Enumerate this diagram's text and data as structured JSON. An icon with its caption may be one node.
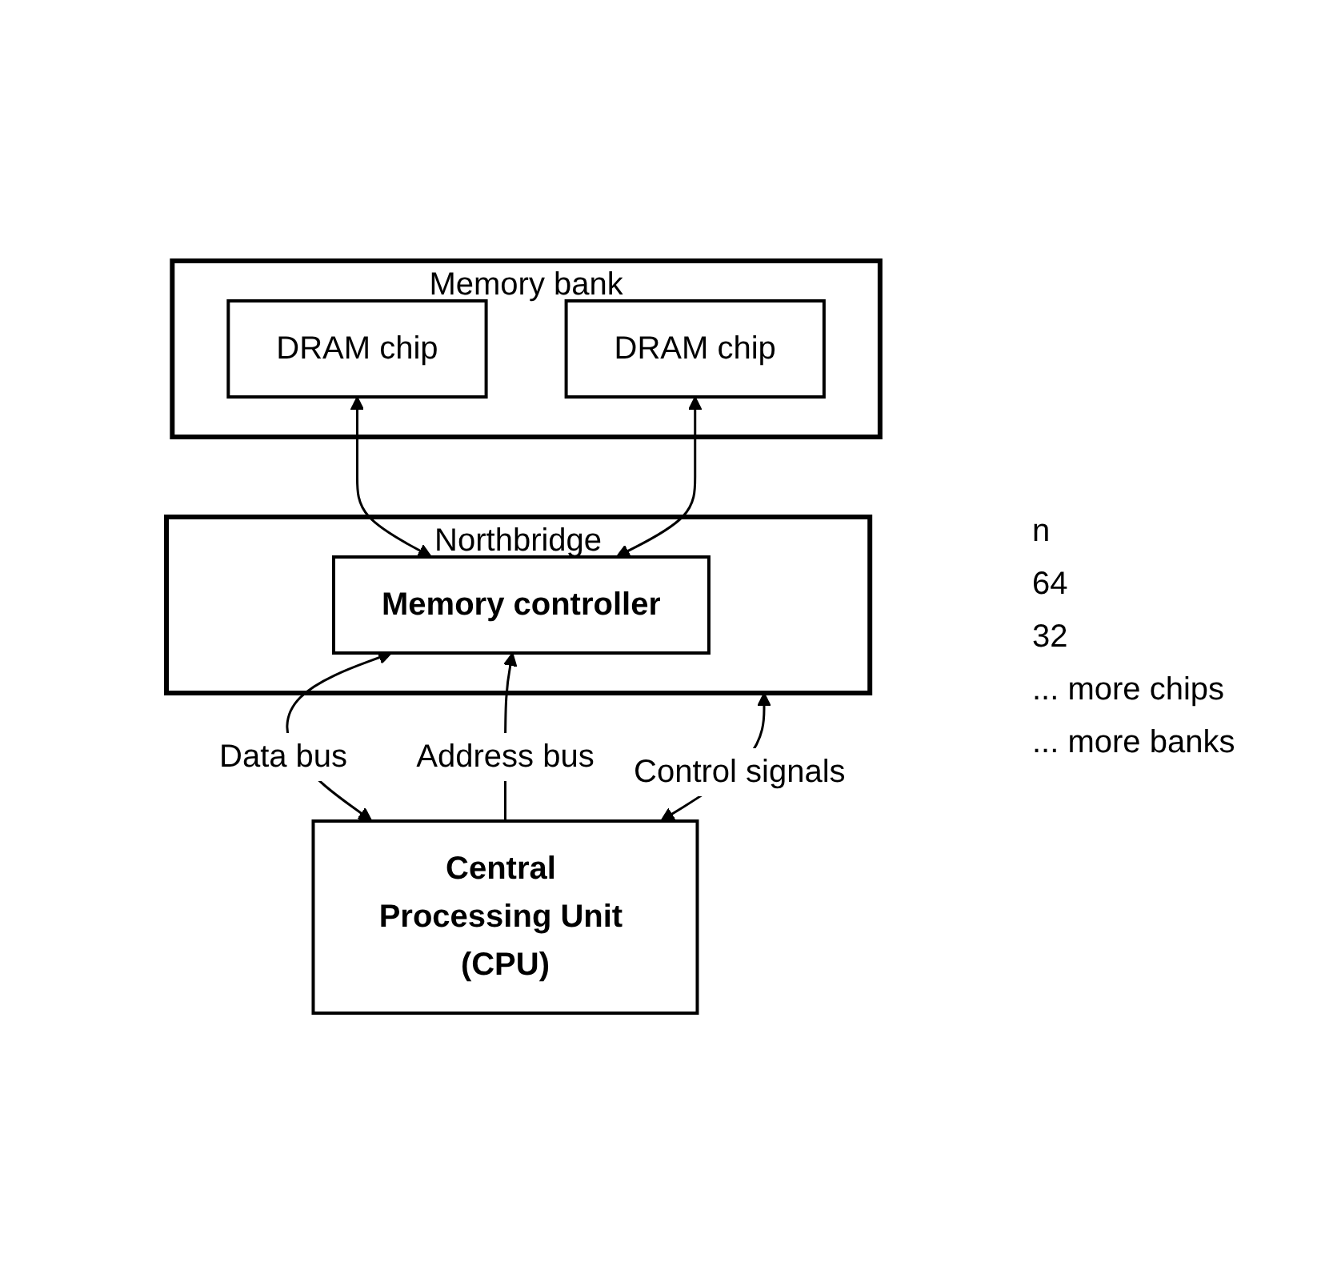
{
  "diagram": {
    "nodes": [
      {
        "text": [
          "Northbridge"
        ]
      },
      {
        "text": [
          "Memory controller"
        ],
        "in": 0
      },
      {
        "text": [
          "Memory bank"
        ]
      },
      {
        "text": [
          "DRAM chip"
        ],
        "in": 2
      },
      {
        "text": [
          "DRAM chip"
        ],
        "in": 2
      },
      {
        "text": [
          "Central Processing Unit (CPU)"
        ]
      }
    ],
    "edges": [
      {
        "from": 5,
        "to": 0,
        "arrow": "both",
        "label": "Control signals"
      },
      {
        "from": 5,
        "to": 1,
        "arrow": "both",
        "label": "Data bus"
      },
      {
        "from": 5,
        "to": 1,
        "arrow": "to",
        "label": "Address bus"
      },
      {
        "from": 1,
        "to": 3,
        "arrow": "both"
      },
      {
        "from": 1,
        "to": 4,
        "arrow": "both"
      }
    ],
    "labels": [
      "n",
      "64",
      "32",
      "... more chips",
      "... more banks"
    ]
  }
}
